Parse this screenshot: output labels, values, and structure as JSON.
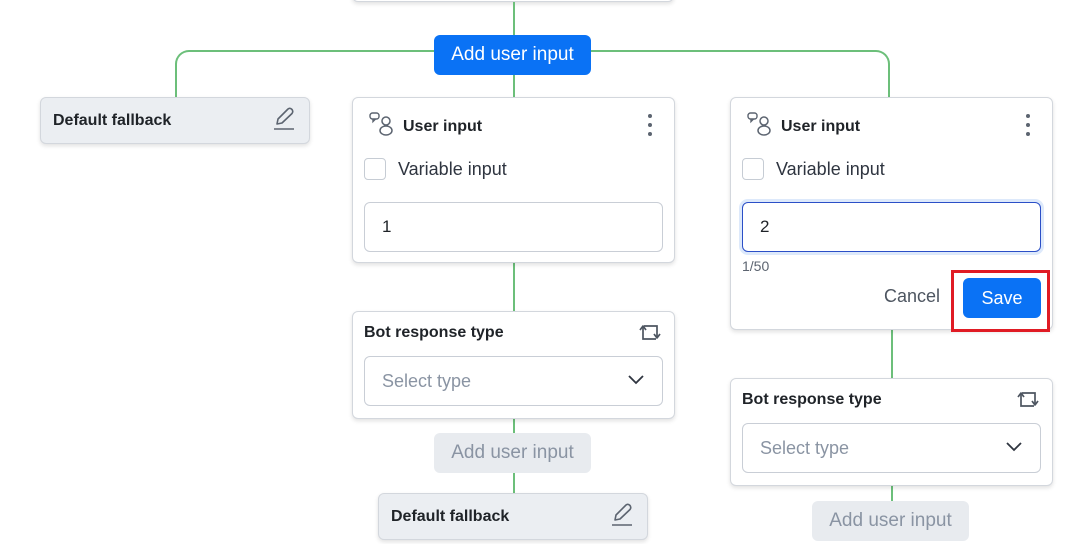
{
  "top_action": {
    "add_user_input_label": "Add user input"
  },
  "branches": {
    "left": {
      "fallback_title": "Default fallback"
    },
    "middle": {
      "user_input": {
        "title": "User input",
        "variable_input_label": "Variable input",
        "variable_input_checked": false,
        "value": "1"
      },
      "bot_response": {
        "title": "Bot response type",
        "select_placeholder": "Select type"
      },
      "add_user_input_label": "Add user input",
      "fallback_title": "Default fallback"
    },
    "right": {
      "user_input": {
        "title": "User input",
        "variable_input_label": "Variable input",
        "variable_input_checked": false,
        "value": "2",
        "char_counter": "1/50",
        "cancel_label": "Cancel",
        "save_label": "Save"
      },
      "bot_response": {
        "title": "Bot response type",
        "select_placeholder": "Select type"
      },
      "add_user_input_label": "Add user input"
    }
  },
  "colors": {
    "primary": "#0a72f5",
    "connector": "#6cbf7a",
    "highlight": "#e01b24",
    "card_bg": "#ffffff",
    "fallback_bg": "#ebeef2"
  }
}
